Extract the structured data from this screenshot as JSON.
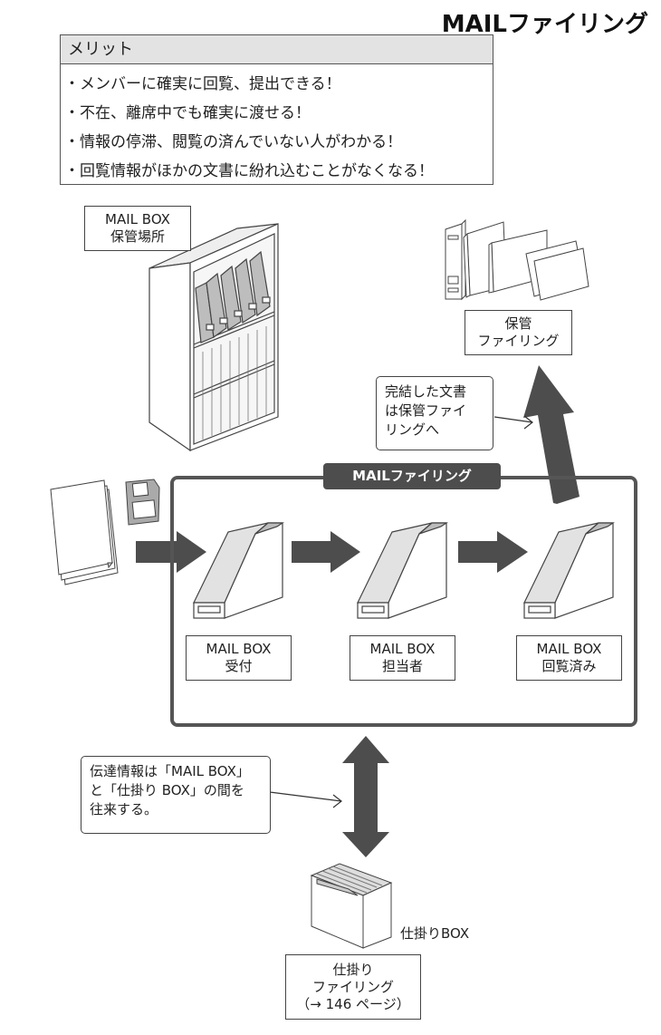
{
  "page_title": "MAILファイリング",
  "merits": {
    "heading": "メリット",
    "items": [
      "・メンバーに確実に回覧、提出できる！",
      "・不在、離席中でも確実に渡せる！",
      "・情報の停滞、閲覧の済んでいない人がわかる！",
      "・回覧情報がほかの文書に紛れ込むことがなくなる！"
    ]
  },
  "storage_label": {
    "line1": "MAIL BOX",
    "line2": "保管場所"
  },
  "archive_label": {
    "line1": "保管",
    "line2": "ファイリング"
  },
  "archive_callout": {
    "lines": [
      "完結した文書",
      "は保管ファイ",
      "リングへ"
    ]
  },
  "frame_title": "MAILファイリング",
  "mailboxes": [
    {
      "line1": "MAIL BOX",
      "line2": "受付"
    },
    {
      "line1": "MAIL BOX",
      "line2": "担当者"
    },
    {
      "line1": "MAIL BOX",
      "line2": "回覧済み"
    }
  ],
  "transfer_callout": {
    "lines": [
      "伝達情報は「MAIL BOX」",
      "と「仕掛り BOX」の間を",
      "往来する。"
    ]
  },
  "pending_box_caption": "仕掛りBOX",
  "pending_label": {
    "line1": "仕掛り",
    "line2": "ファイリング",
    "line3": "（→ 146 ページ）"
  },
  "colors": {
    "arrow": "#4d4d4d",
    "frame": "#555555",
    "header_fill": "#e3e3e3",
    "shade": "#d9d9d9"
  }
}
